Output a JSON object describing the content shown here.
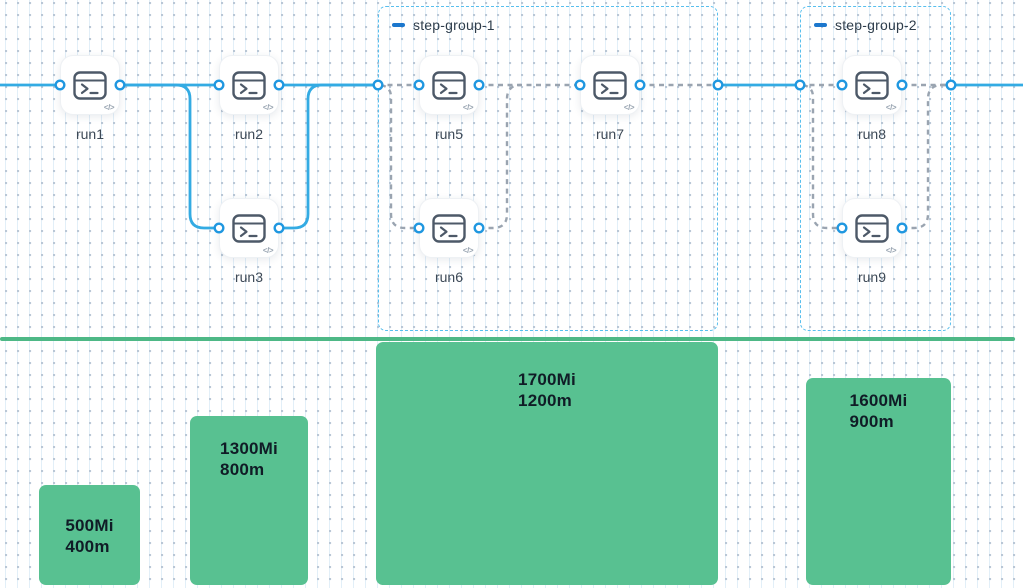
{
  "colors": {
    "edge_blue": "#33abe3",
    "port_ring_blue": "#1f97e0",
    "edge_dashed_gray": "#9aa4b0",
    "group_border_blue": "#58bfee",
    "group_dash_icon_blue": "#1c77cd",
    "node_icon_slate": "#4d5968",
    "node_label_text": "#3e4a57",
    "group_label_text": "#2e3d4b",
    "bar_green": "#58c191",
    "baseline_green": "#4eb886",
    "bar_text": "#101c26"
  },
  "graph": {
    "nodes": [
      {
        "label": "run1"
      },
      {
        "label": "run2"
      },
      {
        "label": "run3"
      },
      {
        "label": "run5"
      },
      {
        "label": "run6"
      },
      {
        "label": "run7"
      },
      {
        "label": "run8"
      },
      {
        "label": "run9"
      }
    ],
    "groups": [
      {
        "label": "step-group-1"
      },
      {
        "label": "step-group-2"
      }
    ],
    "node_icon": "terminal-icon",
    "node_badge": "</>"
  },
  "chart_data": {
    "type": "bar",
    "title": "",
    "xlabel": "",
    "ylabel": "",
    "legend": false,
    "grid": "dot-grid-background",
    "bars": [
      {
        "memory": "500Mi",
        "cpu": "400m",
        "memory_mi": 500,
        "cpu_m": 400
      },
      {
        "memory": "1300Mi",
        "cpu": "800m",
        "memory_mi": 1300,
        "cpu_m": 800
      },
      {
        "memory": "1700Mi",
        "cpu": "1200m",
        "memory_mi": 1700,
        "cpu_m": 1200
      },
      {
        "memory": "1600Mi",
        "cpu": "900m",
        "memory_mi": 1600,
        "cpu_m": 900
      }
    ]
  }
}
